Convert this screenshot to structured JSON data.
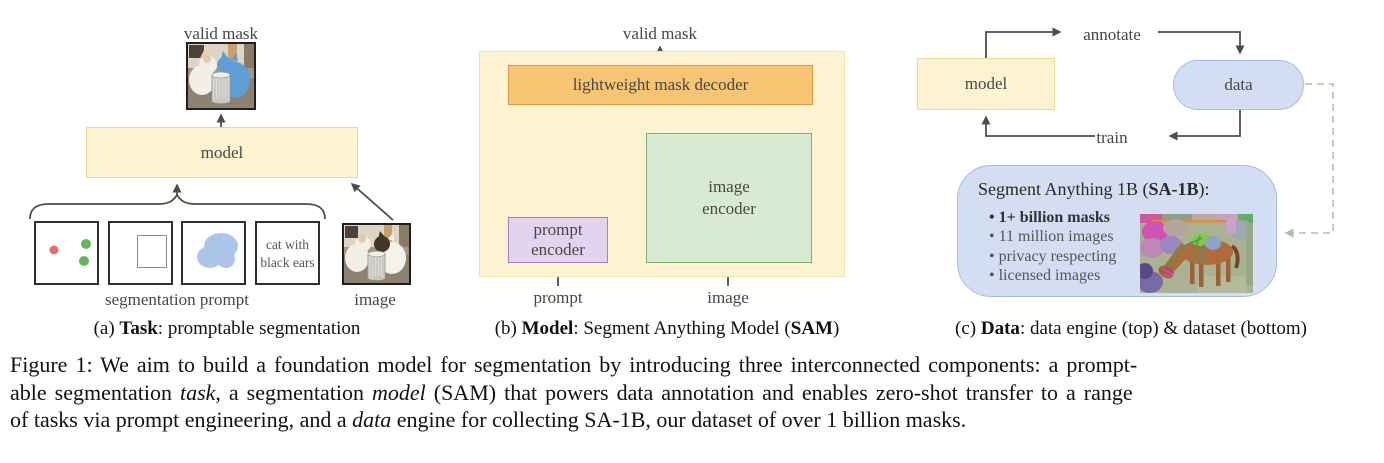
{
  "colors": {
    "yellow_fill": "#fdf3d1",
    "yellow_border": "#edd794",
    "orange_fill": "#f6c472",
    "orange_border": "#e0953e",
    "purple_fill": "#e2d4ee",
    "purple_border": "#a27fc6",
    "green_fill": "#d8ead2",
    "green_border": "#7cb072",
    "blue_fill": "#d4def3",
    "blue_border": "#a6bce3",
    "mask_blue": "#adc5e8",
    "dot_red": "#e07272",
    "dot_green": "#66b45c",
    "arrow": "#4d4d4d",
    "dashed": "#b8b8b8",
    "diagram_text": "#474747",
    "box_border_dark": "#2e2e2e"
  },
  "panel_a": {
    "caption": {
      "index": "(a) ",
      "bold": "Task",
      "rest": ": promptable segmentation"
    },
    "valid_mask_label": "valid mask",
    "model_label": "model",
    "text_prompt": "cat with black ears",
    "segmentation_prompt_label": "segmentation prompt",
    "image_label": "image"
  },
  "panel_b": {
    "caption": {
      "index": "(b) ",
      "bold": "Model",
      "rest1": ": Segment Anything Model (",
      "bold2": "SAM",
      "rest2": ")"
    },
    "valid_mask_label": "valid mask",
    "decoder_label": "lightweight mask decoder",
    "prompt_encoder_line1": "prompt",
    "prompt_encoder_line2": "encoder",
    "image_encoder_line1": "image",
    "image_encoder_line2": "encoder",
    "prompt_label": "prompt",
    "image_label": "image"
  },
  "panel_c": {
    "caption": {
      "index": "(c) ",
      "bold": "Data",
      "rest": ": data engine (top) & dataset (bottom)"
    },
    "model_label": "model",
    "data_label": "data",
    "annotate_label": "annotate",
    "train_label": "train",
    "sa1b": {
      "title_pre": "Segment Anything 1B (",
      "title_bold": "SA-1B",
      "title_post": "):",
      "bullets": [
        "1+ billion masks",
        "11 million images",
        "privacy respecting",
        "licensed images"
      ]
    }
  },
  "figure_caption": {
    "line1": "Figure 1: We aim to build a foundation model for segmentation by introducing three interconnected components: a prompt-",
    "line2": {
      "t1": "able segmentation ",
      "i1": "task",
      "t2": ", a segmentation ",
      "i2": "model",
      "t3": " (SAM) that powers data annotation and enables zero-shot transfer to a range"
    },
    "line3": {
      "t1": "of tasks via prompt engineering, and a ",
      "i1": "data",
      "t2": " engine for collecting SA-1B, our dataset of over 1 billion masks."
    }
  }
}
